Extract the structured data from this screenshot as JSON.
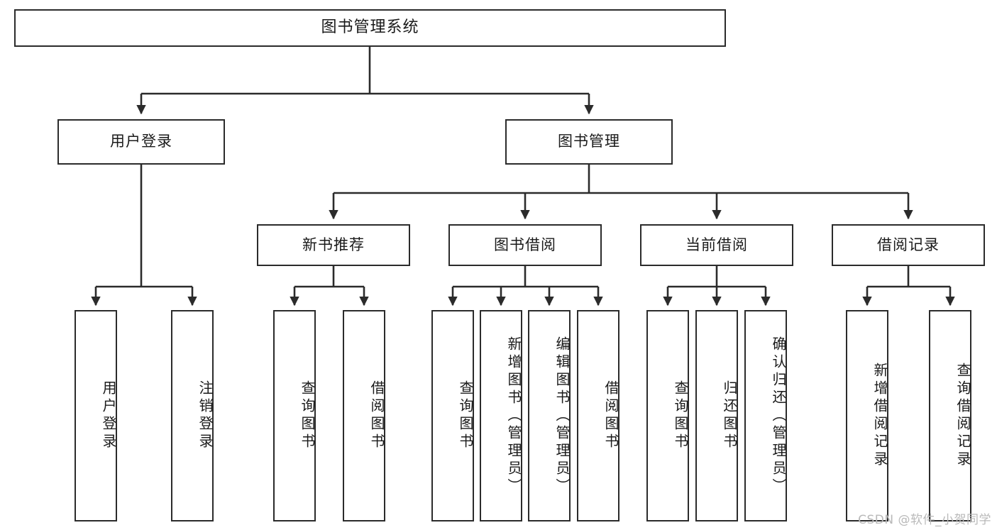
{
  "diagram": {
    "title": "图书管理系统",
    "type": "tree",
    "watermark": "CSDN @软件_小贺同学",
    "colors": {
      "box_border": "#2b2b2b",
      "box_fill": "#ffffff",
      "edge": "#2b2b2b",
      "text": "#1a1a1a",
      "watermark": "#b9b9b9"
    },
    "nodes": {
      "root": {
        "label": "图书管理系统"
      },
      "level2": [
        {
          "id": "user-login",
          "label": "用户登录"
        },
        {
          "id": "book-manage",
          "label": "图书管理"
        }
      ],
      "level3": [
        {
          "id": "new-book-recommend",
          "label": "新书推荐"
        },
        {
          "id": "book-borrow",
          "label": "图书借阅"
        },
        {
          "id": "current-borrow",
          "label": "当前借阅"
        },
        {
          "id": "borrow-record",
          "label": "借阅记录"
        }
      ],
      "leaves": {
        "user_login": [
          {
            "id": "leaf-user-login",
            "label": "用户登录"
          },
          {
            "id": "leaf-logout-login",
            "label": "注销登录"
          }
        ],
        "new_book_recommend": [
          {
            "id": "leaf-query-book-1",
            "label": "查询图书"
          },
          {
            "id": "leaf-borrow-book-1",
            "label": "借阅图书"
          }
        ],
        "book_borrow": [
          {
            "id": "leaf-query-book-2",
            "label": "查询图书"
          },
          {
            "id": "leaf-add-book",
            "label": "新增图书（管理员）"
          },
          {
            "id": "leaf-edit-book",
            "label": "编辑图书（管理员）"
          },
          {
            "id": "leaf-borrow-book-2",
            "label": "借阅图书"
          }
        ],
        "current_borrow": [
          {
            "id": "leaf-query-book-3",
            "label": "查询图书"
          },
          {
            "id": "leaf-return-book",
            "label": "归还图书"
          },
          {
            "id": "leaf-confirm-return",
            "label": "确认归还（管理员）"
          }
        ],
        "borrow_record": [
          {
            "id": "leaf-add-borrow-record",
            "label": "新增借阅记录"
          },
          {
            "id": "leaf-query-borrow-record",
            "label": "查询借阅记录"
          }
        ]
      }
    }
  }
}
